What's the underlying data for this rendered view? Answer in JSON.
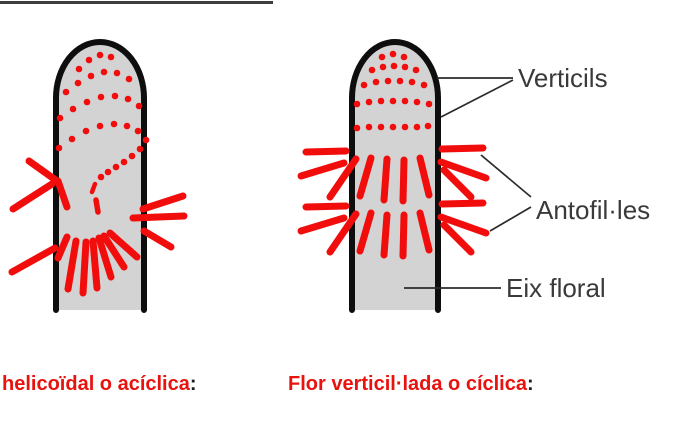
{
  "colors": {
    "red": "#f20d0d",
    "caption_red": "#e8120e",
    "gray_fill": "#d3d3d3",
    "outline": "#0e0e0e",
    "label_text": "#3a3a3a",
    "pointer": "#2b2b2b",
    "top_rule": "#3d3d3d",
    "colon": "#1c1c1c"
  },
  "labels": {
    "verticils": "Verticils",
    "antofilles": "Antofil·les",
    "eix_floral": "Eix floral"
  },
  "captions": {
    "left_text": "helicoïdal o acíclica",
    "left_colon": ":",
    "right_text": "Flor verticil·lada o cíclica",
    "right_colon": ":"
  }
}
